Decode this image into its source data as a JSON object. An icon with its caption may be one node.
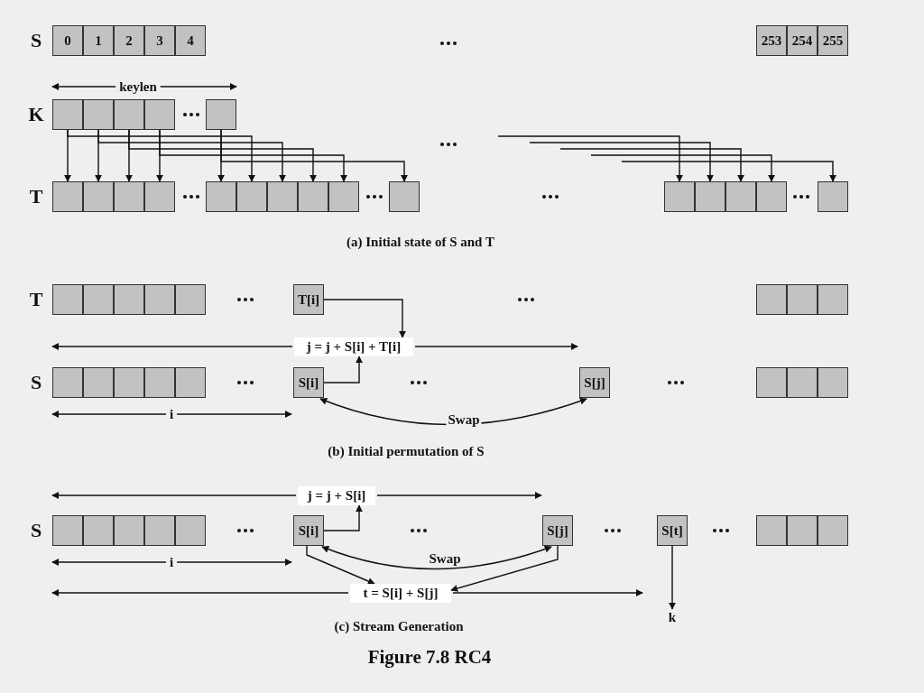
{
  "diagram": {
    "title": "Figure 7.8 RC4",
    "nodes": [
      {
        "text": [
          "0"
        ]
      },
      {
        "text": [
          "1"
        ]
      },
      {
        "text": [
          "2"
        ]
      },
      {
        "text": [
          "3"
        ]
      },
      {
        "text": [
          "4"
        ]
      },
      {
        "text": [
          "253"
        ]
      },
      {
        "text": [
          "254"
        ]
      },
      {
        "text": [
          "255"
        ]
      },
      {
        "text": [],
        "shape": "box"
      },
      {
        "text": [],
        "shape": "box"
      },
      {
        "text": [],
        "shape": "box"
      },
      {
        "text": [],
        "shape": "box"
      },
      {
        "text": [],
        "shape": "box"
      },
      {
        "text": [],
        "shape": "box"
      },
      {
        "text": [],
        "shape": "box"
      },
      {
        "text": [],
        "shape": "box"
      },
      {
        "text": [],
        "shape": "box"
      },
      {
        "text": [],
        "shape": "box"
      },
      {
        "text": [],
        "shape": "box"
      },
      {
        "text": [],
        "shape": "box"
      },
      {
        "text": [],
        "shape": "box"
      },
      {
        "text": [],
        "shape": "box"
      },
      {
        "text": [],
        "shape": "box"
      },
      {
        "text": [],
        "shape": "box"
      },
      {
        "text": [],
        "shape": "box"
      },
      {
        "text": [],
        "shape": "box"
      },
      {
        "text": [],
        "shape": "box"
      },
      {
        "text": [],
        "shape": "box"
      },
      {
        "text": [],
        "shape": "box"
      },
      {
        "text": [],
        "shape": "box"
      },
      {
        "text": [],
        "shape": "box"
      },
      {
        "text": [],
        "shape": "box"
      },
      {
        "text": [],
        "shape": "box"
      },
      {
        "text": [
          "T[i]"
        ]
      },
      {
        "text": [],
        "shape": "box"
      },
      {
        "text": [],
        "shape": "box"
      },
      {
        "text": [],
        "shape": "box"
      },
      {
        "text": [],
        "shape": "box"
      },
      {
        "text": [],
        "shape": "box"
      },
      {
        "text": [],
        "shape": "box"
      },
      {
        "text": [],
        "shape": "box"
      },
      {
        "text": [],
        "shape": "box"
      },
      {
        "text": [
          "S[i]"
        ]
      },
      {
        "text": [
          "S[j]"
        ]
      },
      {
        "text": [],
        "shape": "box"
      },
      {
        "text": [],
        "shape": "box"
      },
      {
        "text": [],
        "shape": "box"
      },
      {
        "text": [
          "j = j + S[i] + T[i]"
        ]
      },
      {
        "text": [],
        "shape": "box"
      },
      {
        "text": [],
        "shape": "box"
      },
      {
        "text": [],
        "shape": "box"
      },
      {
        "text": [],
        "shape": "box"
      },
      {
        "text": [],
        "shape": "box"
      },
      {
        "text": [
          "S[i]"
        ]
      },
      {
        "text": [
          "S[j]"
        ]
      },
      {
        "text": [
          "S[t]"
        ]
      },
      {
        "text": [],
        "shape": "box"
      },
      {
        "text": [],
        "shape": "box"
      },
      {
        "text": [],
        "shape": "box"
      },
      {
        "text": [
          "j = j + S[i]"
        ]
      },
      {
        "text": [
          "t = S[i] + S[j]"
        ]
      },
      {
        "text": [
          "k"
        ]
      }
    ],
    "edges": [
      {
        "from": 8,
        "to": 13,
        "arrow": "to"
      },
      {
        "from": 9,
        "to": 14,
        "arrow": "to"
      },
      {
        "from": 10,
        "to": 15,
        "arrow": "to"
      },
      {
        "from": 11,
        "to": 16,
        "arrow": "to"
      },
      {
        "from": 12,
        "to": 17,
        "arrow": "to"
      },
      {
        "from": 8,
        "to": 18,
        "arrow": "to"
      },
      {
        "from": 9,
        "to": 19,
        "arrow": "to"
      },
      {
        "from": 10,
        "to": 20,
        "arrow": "to"
      },
      {
        "from": 11,
        "to": 21,
        "arrow": "to"
      },
      {
        "from": 12,
        "to": 22,
        "arrow": "to"
      },
      {
        "from": null,
        "to": 23,
        "arrow": "to"
      },
      {
        "from": null,
        "to": 24,
        "arrow": "to"
      },
      {
        "from": null,
        "to": 25,
        "arrow": "to"
      },
      {
        "from": null,
        "to": 26,
        "arrow": "to"
      },
      {
        "from": null,
        "to": 27,
        "arrow": "to"
      },
      {
        "from": 33,
        "to": 47,
        "arrow": "to"
      },
      {
        "from": 42,
        "to": 47,
        "arrow": "to"
      },
      {
        "from": 42,
        "to": 43,
        "arrow": "both",
        "label": "Swap"
      },
      {
        "from": 53,
        "to": 59,
        "arrow": "to"
      },
      {
        "from": 53,
        "to": 54,
        "arrow": "both",
        "label": "Swap"
      },
      {
        "from": 53,
        "to": 60,
        "arrow": "to"
      },
      {
        "from": 54,
        "to": 60,
        "arrow": "to"
      },
      {
        "from": 55,
        "to": 61,
        "arrow": "to"
      }
    ],
    "labels": [
      "S",
      "keylen",
      "K",
      "T",
      "(a) Initial state of S and T",
      "T",
      "S",
      "i",
      "(b) Initial permutation of S",
      "S",
      "i",
      "(c) Stream Generation"
    ]
  }
}
